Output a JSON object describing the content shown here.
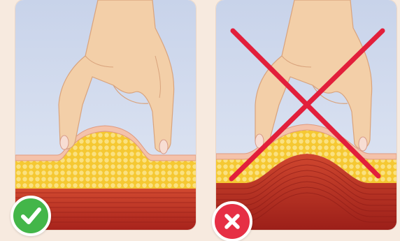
{
  "panels": [
    {
      "id": "correct",
      "verdict": "correct",
      "verdict_icon": "check-mark-icon",
      "tissue_lifted": "subcutaneous-fat"
    },
    {
      "id": "incorrect",
      "verdict": "incorrect",
      "verdict_icon": "x-mark-icon",
      "tissue_lifted": "muscle",
      "overlay_icon": "cross-out-icon"
    }
  ],
  "colors": {
    "background": "#f7eadf",
    "sky_top": "#c8d3ea",
    "sky_bottom": "#dfe6f3",
    "skin": "#f4c9b2",
    "skin_outline": "#e3a58c",
    "fat": "#f5cb36",
    "fat_dots": "#fbe58c",
    "muscle": "#c0392b",
    "muscle_dark": "#8e1b17",
    "hand": "#f3cfa8",
    "hand_shadow": "#dba77e",
    "correct": "#43b649",
    "incorrect": "#e62f45",
    "cross_out": "#e21f3b"
  }
}
